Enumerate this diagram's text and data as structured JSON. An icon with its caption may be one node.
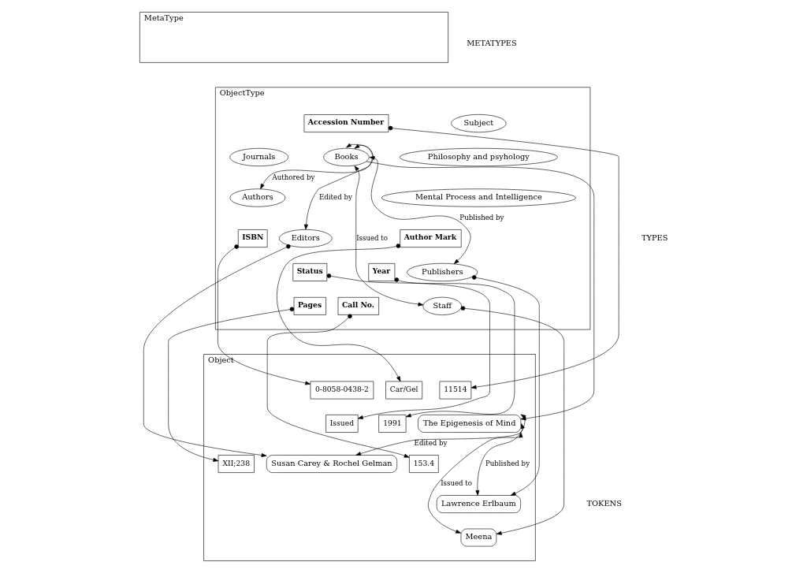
{
  "diagram": {
    "nodes": [
      {
        "text": [
          "MetaType"
        ]
      },
      {
        "text": [
          "ObjectType"
        ]
      },
      {
        "text": [
          "Subject"
        ],
        "in": 1
      },
      {
        "text": [
          "Philosophy and psyhology"
        ],
        "in": 1
      },
      {
        "text": [
          "Mental Process and Intelligence"
        ],
        "in": 1
      },
      {
        "text": [
          "Journals"
        ],
        "in": 1
      },
      {
        "text": [
          "Author Mark"
        ],
        "in": 1
      },
      {
        "text": [
          "Accession Number"
        ],
        "in": 1
      },
      {
        "text": [
          "ISBN"
        ],
        "in": 1
      },
      {
        "text": [
          "Authors"
        ],
        "in": 1
      },
      {
        "text": [
          "Status"
        ],
        "in": 1
      },
      {
        "text": [
          "Editors"
        ],
        "in": 1
      },
      {
        "text": [
          "Year"
        ],
        "in": 1
      },
      {
        "text": [
          "Books"
        ],
        "in": 1
      },
      {
        "text": [
          "Publishers"
        ],
        "in": 1
      },
      {
        "text": [
          "Call No."
        ],
        "in": 1
      },
      {
        "text": [
          "Pages"
        ],
        "in": 1
      },
      {
        "text": [
          "Staff"
        ],
        "in": 1
      },
      {
        "text": [
          "Object"
        ]
      },
      {
        "text": [
          "Car/Gel"
        ],
        "in": 18
      },
      {
        "text": [
          "11514"
        ],
        "in": 18
      },
      {
        "text": [
          "0-8058-0438-2"
        ],
        "in": 18
      },
      {
        "text": [
          "Susan Carey & Rochel Gelman"
        ],
        "in": 18
      },
      {
        "text": [
          "The Epigenesis of Mind"
        ],
        "in": 18
      },
      {
        "text": [
          "1991"
        ],
        "in": 18
      },
      {
        "text": [
          "Lawrence Erlbaum"
        ],
        "in": 18
      },
      {
        "text": [
          "Issued"
        ],
        "in": 18
      },
      {
        "text": [
          "153.4"
        ],
        "in": 18
      },
      {
        "text": [
          "Meena"
        ],
        "in": 18
      },
      {
        "text": [
          "XII;238"
        ],
        "in": 18
      }
    ],
    "edges": [
      {
        "from": 13,
        "to": 9,
        "arrow": "both",
        "label": "Authored by"
      },
      {
        "from": 13,
        "to": 11,
        "arrow": "both",
        "label": "Edited by"
      },
      {
        "from": 13,
        "to": 14,
        "arrow": "both",
        "label": "Published by"
      },
      {
        "from": 13,
        "to": 17,
        "arrow": "both",
        "label": "Issued to"
      },
      {
        "from": 6,
        "to": 19,
        "arrow": "to"
      },
      {
        "from": 12,
        "to": 24,
        "arrow": "to"
      },
      {
        "from": 15,
        "to": 27,
        "arrow": "to"
      },
      {
        "from": 7,
        "to": 20,
        "arrow": "to"
      },
      {
        "from": 13,
        "to": 23,
        "arrow": "to"
      },
      {
        "from": 8,
        "to": 21,
        "arrow": "to"
      },
      {
        "from": 10,
        "to": 26,
        "arrow": "to"
      },
      {
        "from": 16,
        "to": 29,
        "arrow": "to"
      },
      {
        "from": 11,
        "to": 22,
        "arrow": "to"
      },
      {
        "from": 14,
        "to": 25,
        "arrow": "to"
      },
      {
        "from": 17,
        "to": 28,
        "arrow": "to"
      },
      {
        "from": 23,
        "to": 22,
        "arrow": "both",
        "label": "Edited by"
      },
      {
        "from": 23,
        "to": 25,
        "arrow": "both",
        "label": "Published by"
      },
      {
        "from": 23,
        "to": 28,
        "arrow": "both",
        "label": "Issued to"
      }
    ],
    "labels": [
      "METATYPES",
      "TYPES",
      "TOKENS"
    ]
  }
}
